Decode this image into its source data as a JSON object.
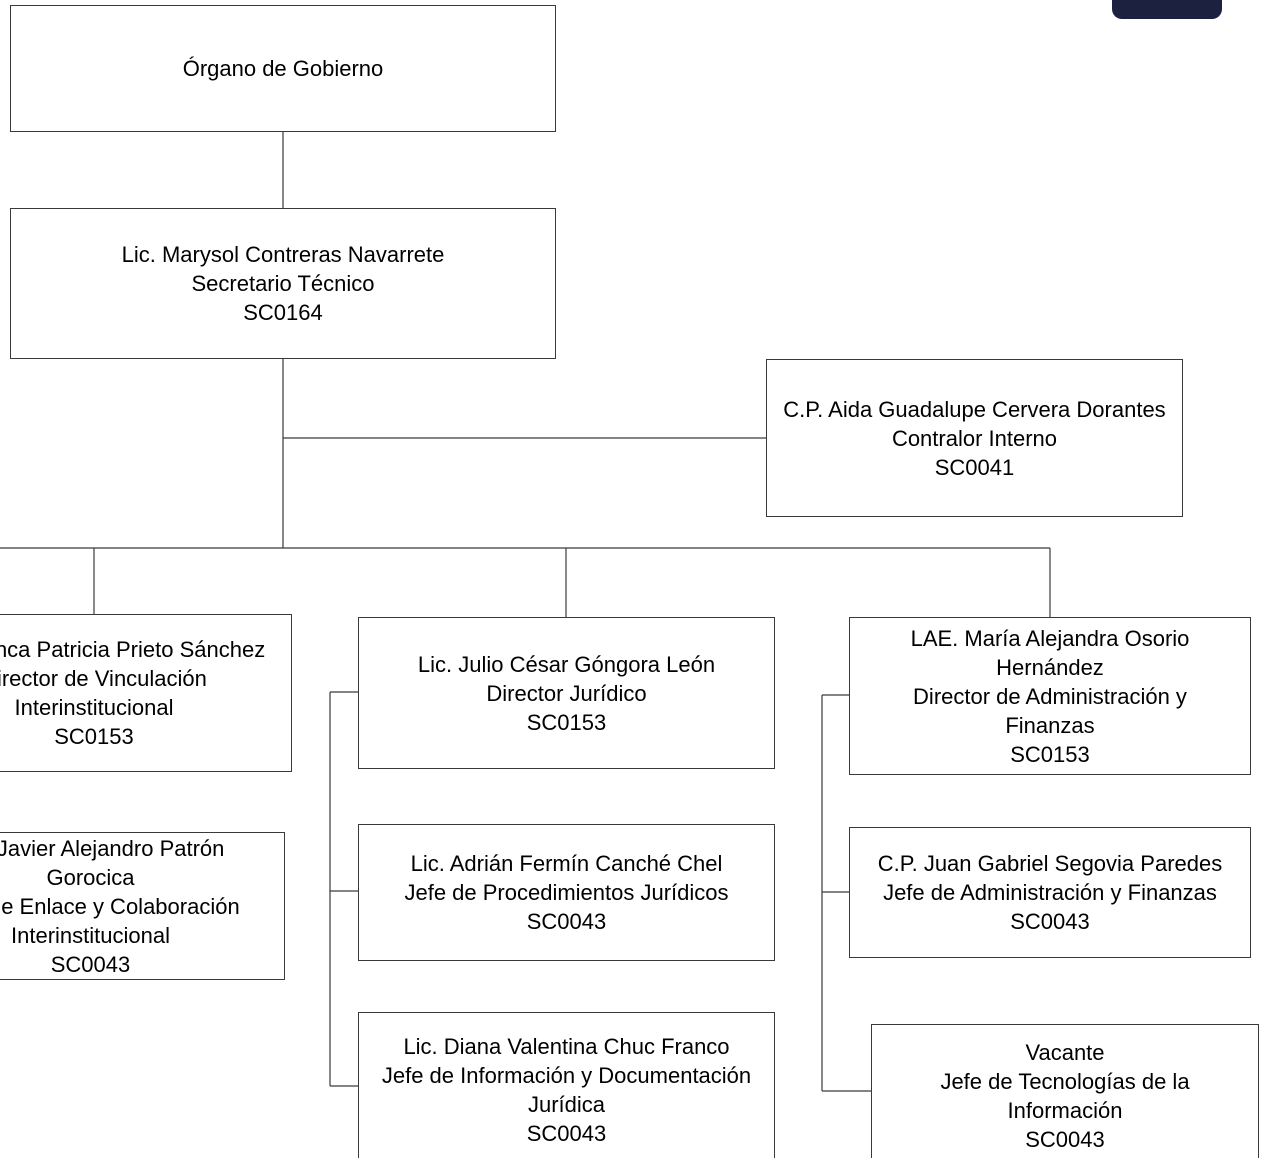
{
  "logo": {
    "color": "#1d2140"
  },
  "nodes": {
    "organo": {
      "lines": [
        "Órgano de Gobierno"
      ]
    },
    "secretario": {
      "lines": [
        "Lic. Marysol Contreras Navarrete",
        "Secretario Técnico",
        "SC0164"
      ]
    },
    "contralor": {
      "lines": [
        "C.P. Aida Guadalupe Cervera Dorantes",
        "Contralor Interno",
        "SC0041"
      ]
    },
    "vinculacion": {
      "lines": [
        "Lic. Blanca Patricia Prieto Sánchez",
        "Director de Vinculación",
        "Interinstitucional",
        "SC0153"
      ]
    },
    "enlace": {
      "lines": [
        "Lic. Javier Alejandro Patrón",
        "Gorocica",
        "Jefe de Enlace y Colaboración",
        "Interinstitucional",
        "SC0043"
      ]
    },
    "juridico": {
      "lines": [
        "Lic. Julio César Góngora León",
        "Director Jurídico",
        "SC0153"
      ]
    },
    "procedimientos": {
      "lines": [
        "Lic. Adrián Fermín Canché Chel",
        "Jefe de Procedimientos Jurídicos",
        "SC0043"
      ]
    },
    "informacion": {
      "lines": [
        "Lic. Diana Valentina Chuc Franco",
        "Jefe de Información y  Documentación",
        "Jurídica",
        "SC0043"
      ]
    },
    "administracion": {
      "lines": [
        "LAE. María Alejandra Osorio",
        "Hernández",
        "Director de Administración y",
        "Finanzas",
        "SC0153"
      ]
    },
    "admin_finanzas": {
      "lines": [
        "C.P. Juan Gabriel Segovia Paredes",
        "Jefe de Administración y Finanzas",
        "SC0043"
      ]
    },
    "tecnologias": {
      "lines": [
        "Vacante",
        "Jefe de Tecnologías de la",
        "Información",
        "SC0043"
      ]
    }
  }
}
